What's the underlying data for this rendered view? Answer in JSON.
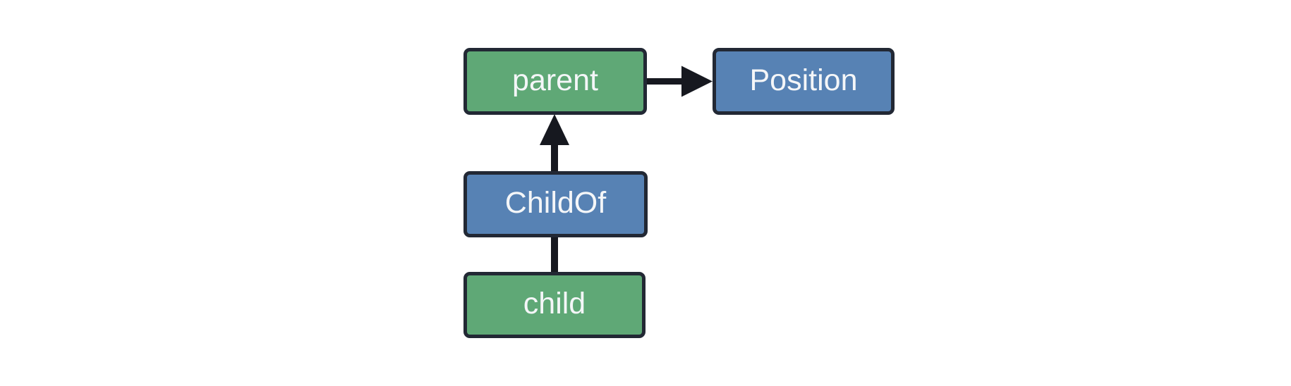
{
  "diagram": {
    "background": "#ffffff",
    "colors": {
      "background": "#ffffff",
      "entity_fill": "#5fa876",
      "relation_fill": "#5782b4",
      "border": "#222834",
      "connector": "#16181f",
      "label_text": "#f4f6f8"
    },
    "nodes": {
      "parent": {
        "label": "parent",
        "fill": "green"
      },
      "position": {
        "label": "Position",
        "fill": "blue"
      },
      "childof": {
        "label": "ChildOf",
        "fill": "blue"
      },
      "child": {
        "label": "child",
        "fill": "green"
      }
    },
    "edges": [
      {
        "from": "parent",
        "to": "Position",
        "style": "arrow",
        "direction": "right"
      },
      {
        "from": "ChildOf",
        "to": "parent",
        "style": "arrow",
        "direction": "up"
      },
      {
        "from": "child",
        "to": "ChildOf",
        "style": "line",
        "direction": "up"
      }
    ]
  }
}
